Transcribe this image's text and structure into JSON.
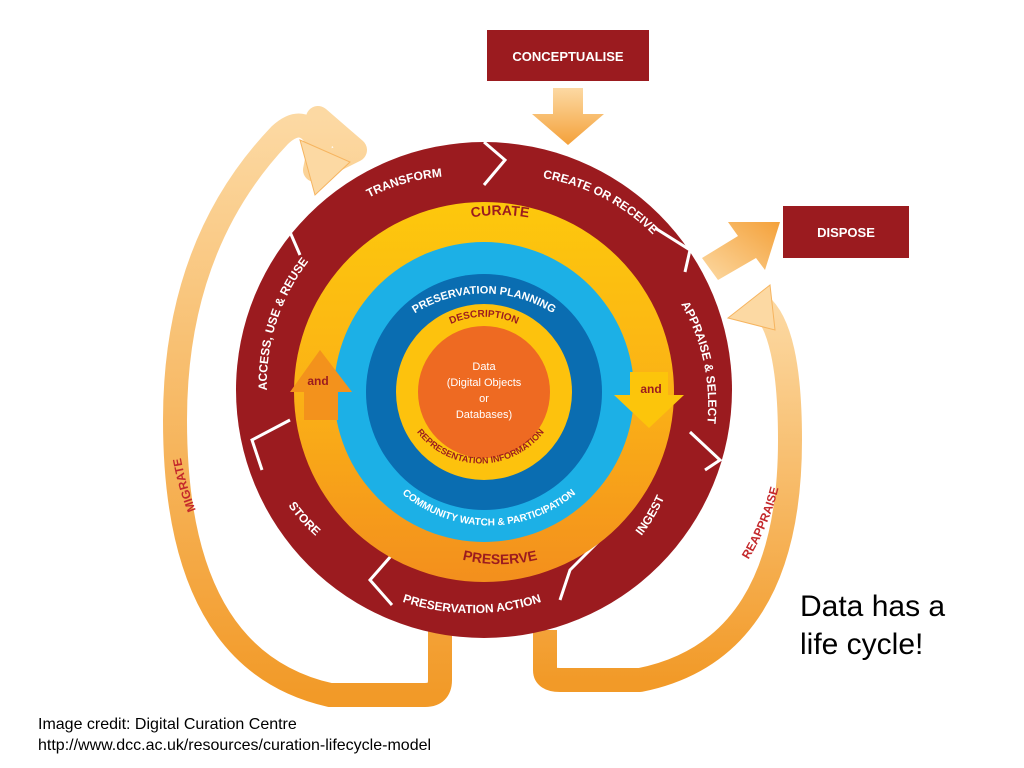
{
  "diagram": {
    "top_box": "CONCEPTUALISE",
    "right_box": "DISPOSE",
    "outer_ring": {
      "transform": "TRANSFORM",
      "create": "CREATE OR RECEIVE",
      "appraise": "APPRAISE & SELECT",
      "ingest": "INGEST",
      "preservation_action": "PRESERVATION ACTION",
      "store": "STORE",
      "access": "ACCESS, USE & REUSE"
    },
    "arrows": {
      "migrate": "MIGRATE",
      "reappraise": "REAPPRAISE"
    },
    "curate": "CURATE",
    "preserve": "PRESERVE",
    "and_left": "and",
    "and_right": "and",
    "preservation_planning": "PRESERVATION PLANNING",
    "community_watch": "COMMUNITY WATCH & PARTICIPATION",
    "description": "DESCRIPTION",
    "representation_information": "REPRESENTATION INFORMATION",
    "core": {
      "line1": "Data",
      "line2": "(Digital Objects",
      "line3": "or",
      "line4": "Databases)"
    },
    "colors": {
      "outer_ring": "#9b1b1f",
      "outer_ring_dark": "#7e1216",
      "curate_ring": "#fcc50b",
      "preserve_ring": "#f3921c",
      "planning_ring": "#1cb0e6",
      "description_ring": "#0a6db1",
      "inner_yellow": "#fdc20d",
      "core": "#ee6a22",
      "arrow_light": "#fcd9a3",
      "arrow_dark": "#f29a28",
      "dark_red_text": "#9b1b1f"
    }
  },
  "caption": {
    "line1": "Data has a",
    "line2": "life cycle!"
  },
  "credit": {
    "line1": "Image credit: Digital Curation Centre",
    "line2": "http://www.dcc.ac.uk/resources/curation-lifecycle-model"
  }
}
